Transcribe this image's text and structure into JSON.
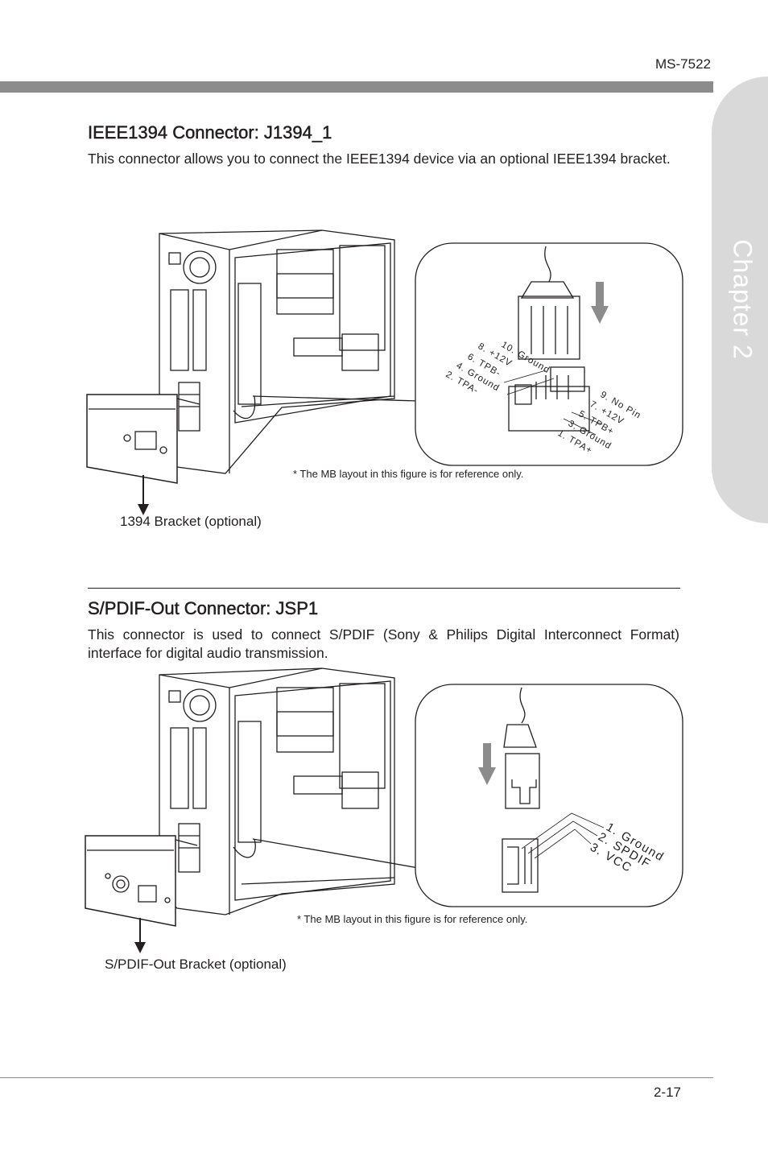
{
  "header": {
    "model": "MS-7522",
    "chapter_tab": "Chapter 2"
  },
  "section1": {
    "title": "IEEE1394 Connector: J1394_1",
    "body": "This connector allows you to connect the IEEE1394 device via an optional IEEE1394 bracket.",
    "figure": {
      "pins_left": [
        "10. Ground",
        "8. +12V",
        "6. TPB-",
        "4. Ground",
        "2. TPA-"
      ],
      "pins_right": [
        "9. No Pin",
        "7. +12V",
        "5. TPB+",
        "3. Ground",
        "1. TPA+"
      ],
      "note": "* The MB layout in this figure is for reference only.",
      "caption": "1394 Bracket (optional)"
    }
  },
  "section2": {
    "title": "S/PDIF-Out Connector: JSP1",
    "body": "This connector is used to connect S/PDIF (Sony & Philips Digital Interconnect Format) interface for digital audio transmission.",
    "figure": {
      "pins": [
        "1. Ground",
        "2. SPDIF",
        "3. VCC"
      ],
      "note": "* The MB layout in this figure is for reference only.",
      "caption": "S/PDIF-Out Bracket (optional)"
    }
  },
  "footer": {
    "page_number": "2-17"
  }
}
